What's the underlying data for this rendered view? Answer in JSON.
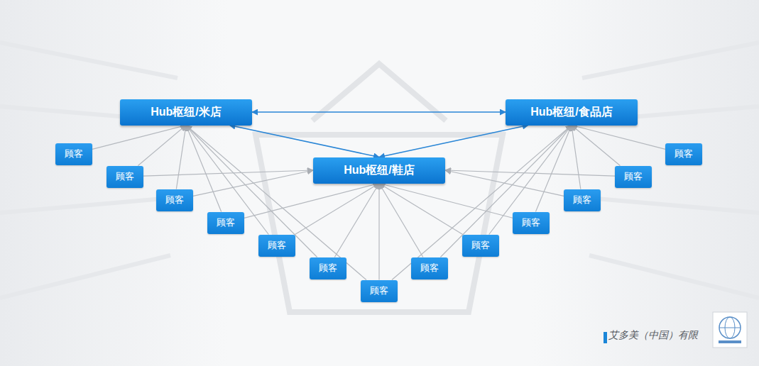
{
  "diagram": {
    "nodes": [
      {
        "text": [
          "Hub枢纽/米店"
        ]
      },
      {
        "text": [
          "Hub枢纽/食品店"
        ]
      },
      {
        "text": [
          "Hub枢纽/鞋店"
        ]
      },
      {
        "text": [
          "顾客"
        ]
      },
      {
        "text": [
          "顾客"
        ]
      },
      {
        "text": [
          "顾客"
        ]
      },
      {
        "text": [
          "顾客"
        ]
      },
      {
        "text": [
          "顾客"
        ]
      },
      {
        "text": [
          "顾客"
        ]
      },
      {
        "text": [
          "顾客"
        ]
      },
      {
        "text": [
          "顾客"
        ]
      },
      {
        "text": [
          "顾客"
        ]
      },
      {
        "text": [
          "顾客"
        ]
      },
      {
        "text": [
          "顾客"
        ]
      },
      {
        "text": [
          "顾客"
        ]
      },
      {
        "text": [
          "顾客"
        ]
      }
    ],
    "edges": [
      {
        "from": 0,
        "to": 1,
        "arrow": "both"
      },
      {
        "from": 0,
        "to": 2,
        "arrow": "both"
      },
      {
        "from": 1,
        "to": 2,
        "arrow": "both"
      },
      {
        "from": 3,
        "to": 0,
        "arrow": "to"
      },
      {
        "from": 4,
        "to": 0,
        "arrow": "to"
      },
      {
        "from": 5,
        "to": 0,
        "arrow": "to"
      },
      {
        "from": 6,
        "to": 0,
        "arrow": "to"
      },
      {
        "from": 7,
        "to": 0,
        "arrow": "to"
      },
      {
        "from": 8,
        "to": 0,
        "arrow": "to"
      },
      {
        "from": 9,
        "to": 0,
        "arrow": "to"
      },
      {
        "from": 4,
        "to": 2,
        "arrow": "to"
      },
      {
        "from": 5,
        "to": 2,
        "arrow": "to"
      },
      {
        "from": 6,
        "to": 2,
        "arrow": "to"
      },
      {
        "from": 7,
        "to": 2,
        "arrow": "to"
      },
      {
        "from": 8,
        "to": 2,
        "arrow": "to"
      },
      {
        "from": 9,
        "to": 2,
        "arrow": "to"
      },
      {
        "from": 10,
        "to": 2,
        "arrow": "to"
      },
      {
        "from": 11,
        "to": 2,
        "arrow": "to"
      },
      {
        "from": 12,
        "to": 2,
        "arrow": "to"
      },
      {
        "from": 13,
        "to": 2,
        "arrow": "to"
      },
      {
        "from": 14,
        "to": 2,
        "arrow": "to"
      },
      {
        "from": 9,
        "to": 1,
        "arrow": "to"
      },
      {
        "from": 10,
        "to": 1,
        "arrow": "to"
      },
      {
        "from": 11,
        "to": 1,
        "arrow": "to"
      },
      {
        "from": 12,
        "to": 1,
        "arrow": "to"
      },
      {
        "from": 13,
        "to": 1,
        "arrow": "to"
      },
      {
        "from": 14,
        "to": 1,
        "arrow": "to"
      },
      {
        "from": 15,
        "to": 1,
        "arrow": "to"
      }
    ],
    "labels": [
      "艾多美（中国）有限"
    ]
  }
}
